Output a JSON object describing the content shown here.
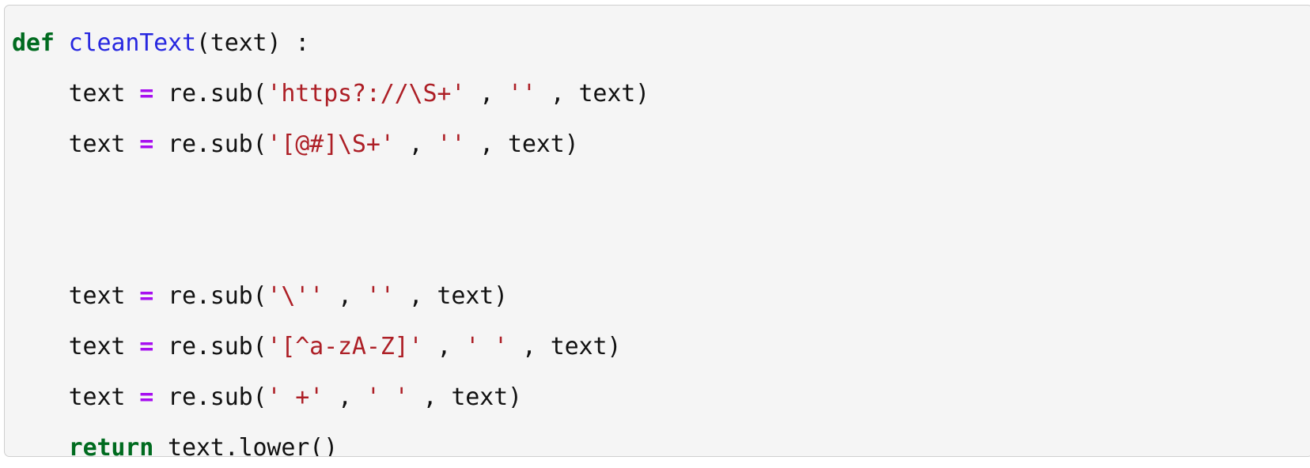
{
  "code_block": {
    "language": "python",
    "background_color": "#f5f5f5",
    "border_color": "#cfcfcf",
    "colors": {
      "keyword": "#006b1f",
      "function_name": "#2727e0",
      "string": "#ad1f26",
      "operator": "#a70ff0",
      "plain": "#111111"
    },
    "lines": [
      {
        "index": 1,
        "text": "def cleanText(text) :",
        "tokens": [
          {
            "t": "def",
            "k": "kw"
          },
          {
            "t": " ",
            "k": "plain"
          },
          {
            "t": "cleanText",
            "k": "fn"
          },
          {
            "t": "(text) :",
            "k": "plain"
          }
        ]
      },
      {
        "index": 2,
        "text": "    text = re.sub('https?://\\S+' , '' , text)",
        "tokens": [
          {
            "t": "    text ",
            "k": "plain"
          },
          {
            "t": "=",
            "k": "op"
          },
          {
            "t": " re.sub(",
            "k": "plain"
          },
          {
            "t": "'https?://\\S+'",
            "k": "str"
          },
          {
            "t": " , ",
            "k": "plain"
          },
          {
            "t": "''",
            "k": "str"
          },
          {
            "t": " , text)",
            "k": "plain"
          }
        ]
      },
      {
        "index": 3,
        "text": "    text = re.sub('[@#]\\S+' , '' , text)",
        "tokens": [
          {
            "t": "    text ",
            "k": "plain"
          },
          {
            "t": "=",
            "k": "op"
          },
          {
            "t": " re.sub(",
            "k": "plain"
          },
          {
            "t": "'[@#]\\S+'",
            "k": "str"
          },
          {
            "t": " , ",
            "k": "plain"
          },
          {
            "t": "''",
            "k": "str"
          },
          {
            "t": " , text)",
            "k": "plain"
          }
        ]
      },
      {
        "index": 4,
        "text": "",
        "tokens": []
      },
      {
        "index": 5,
        "text": "",
        "tokens": []
      },
      {
        "index": 6,
        "text": "    text = re.sub('\\'' , '' , text)",
        "tokens": [
          {
            "t": "    text ",
            "k": "plain"
          },
          {
            "t": "=",
            "k": "op"
          },
          {
            "t": " re.sub(",
            "k": "plain"
          },
          {
            "t": "'\\''",
            "k": "str"
          },
          {
            "t": " , ",
            "k": "plain"
          },
          {
            "t": "''",
            "k": "str"
          },
          {
            "t": " , text)",
            "k": "plain"
          }
        ]
      },
      {
        "index": 7,
        "text": "    text = re.sub('[^a-zA-Z]' , ' ' , text)",
        "tokens": [
          {
            "t": "    text ",
            "k": "plain"
          },
          {
            "t": "=",
            "k": "op"
          },
          {
            "t": " re.sub(",
            "k": "plain"
          },
          {
            "t": "'[^a-zA-Z]'",
            "k": "str"
          },
          {
            "t": " , ",
            "k": "plain"
          },
          {
            "t": "' '",
            "k": "str"
          },
          {
            "t": " , text)",
            "k": "plain"
          }
        ]
      },
      {
        "index": 8,
        "text": "    text = re.sub(' +' , ' ' , text)",
        "tokens": [
          {
            "t": "    text ",
            "k": "plain"
          },
          {
            "t": "=",
            "k": "op"
          },
          {
            "t": " re.sub(",
            "k": "plain"
          },
          {
            "t": "' +'",
            "k": "str"
          },
          {
            "t": " , ",
            "k": "plain"
          },
          {
            "t": "' '",
            "k": "str"
          },
          {
            "t": " , text)",
            "k": "plain"
          }
        ]
      },
      {
        "index": 9,
        "text": "    return text.lower()",
        "tokens": [
          {
            "t": "    ",
            "k": "plain"
          },
          {
            "t": "return",
            "k": "kw"
          },
          {
            "t": " text.lower()",
            "k": "plain"
          }
        ]
      }
    ]
  }
}
